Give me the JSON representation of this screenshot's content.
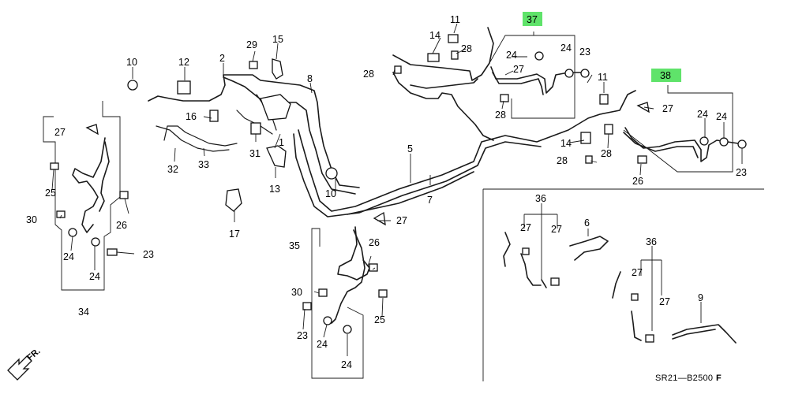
{
  "diagram": {
    "callouts": {
      "c1": "1",
      "c2": "2",
      "c5": "5",
      "c6": "6",
      "c7": "7",
      "c8": "8",
      "c9": "9",
      "c10a": "10",
      "c10b": "10",
      "c11a": "11",
      "c11b": "11",
      "c12": "12",
      "c13": "13",
      "c14a": "14",
      "c14b": "14",
      "c15": "15",
      "c16": "16",
      "c17": "17",
      "c23a": "23",
      "c23b": "23",
      "c23c": "23",
      "c23d": "23",
      "c24a": "24",
      "c24b": "24",
      "c24c": "24",
      "c24d": "24",
      "c24e": "24",
      "c24f": "24",
      "c24g": "24",
      "c24h": "24",
      "c25a": "25",
      "c25b": "25",
      "c26a": "26",
      "c26b": "26",
      "c26c": "26",
      "c27a": "27",
      "c27b": "27",
      "c27c": "27",
      "c27d": "27",
      "c27e": "27",
      "c27f": "27",
      "c27g": "27",
      "c27h": "27",
      "c28a": "28",
      "c28b": "28",
      "c28c": "28",
      "c28d": "28",
      "c28e": "28",
      "c29": "29",
      "c30a": "30",
      "c30b": "30",
      "c31": "31",
      "c32": "32",
      "c33": "33",
      "c34": "34",
      "c35": "35",
      "c36a": "36",
      "c36b": "36",
      "c37": "37",
      "c38": "38"
    },
    "highlighted_parts": [
      "37",
      "38"
    ],
    "highlight_color": "#5fe36a",
    "line_color": "#1a1a1a",
    "diagram_code": "SR21—B2500",
    "revision_mark": "F",
    "direction_label": "FR.",
    "direction_icon": "arrow-front-icon"
  }
}
